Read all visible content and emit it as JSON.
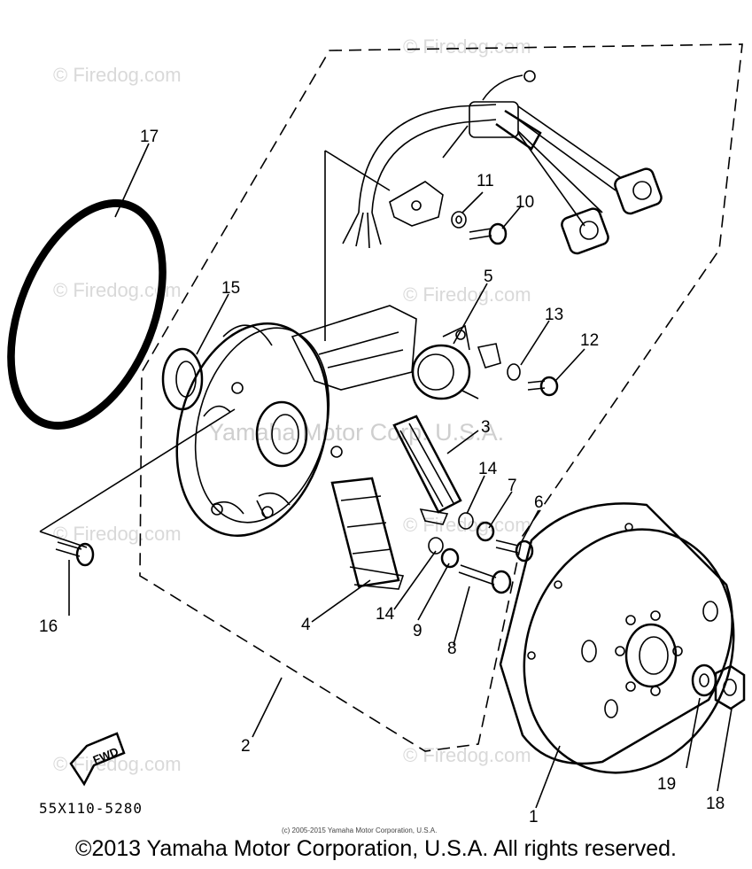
{
  "watermarks": {
    "site": "© Firedog.com",
    "owner": "Yamaha Motor Corp. U.S.A."
  },
  "callouts": [
    "1",
    "2",
    "3",
    "4",
    "5",
    "6",
    "7",
    "8",
    "9",
    "10",
    "11",
    "12",
    "13",
    "14",
    "14",
    "15",
    "16",
    "17",
    "18",
    "19"
  ],
  "part_code": "55X110-5280",
  "fwd_label": "FWD",
  "small_notice": "(c) 2005-2015 Yamaha Motor Corporation, U.S.A.",
  "copyright": "©2013 Yamaha Motor Corporation, U.S.A. All rights reserved."
}
